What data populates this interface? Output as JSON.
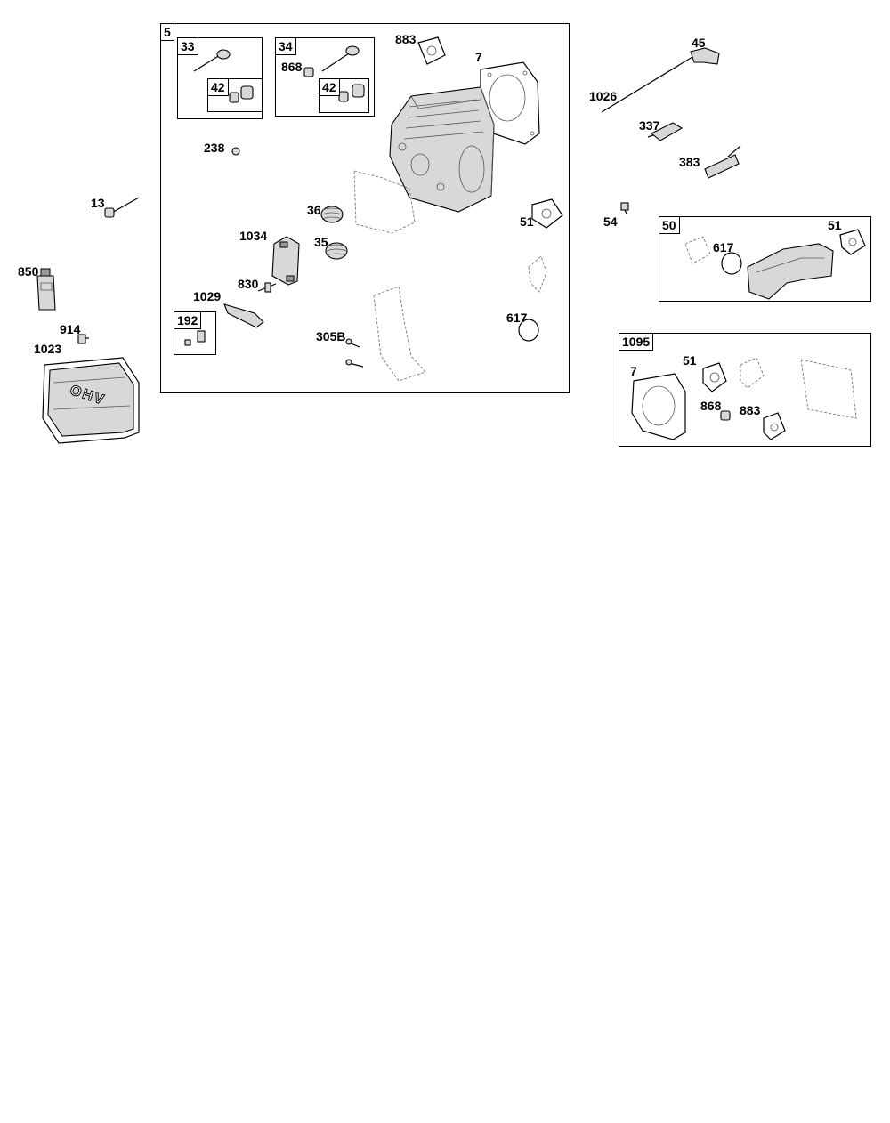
{
  "boxes": {
    "assy_5": "5",
    "valve_33": "33",
    "valve_34": "34",
    "seal_42a": "42",
    "seal_42b": "42",
    "kit_192": "192",
    "assy_50": "50",
    "kit_1095": "1095"
  },
  "labels": {
    "p883a": "883",
    "p7a": "7",
    "p868a": "868",
    "p238": "238",
    "p13": "13",
    "p36": "36",
    "p1034": "1034",
    "p35": "35",
    "p850": "850",
    "p830": "830",
    "p1029": "1029",
    "p51a": "51",
    "p617a": "617",
    "p305b": "305B",
    "p914": "914",
    "p1023": "1023",
    "p45": "45",
    "p1026": "1026",
    "p337": "337",
    "p383": "383",
    "p54": "54",
    "p617b": "617",
    "p51b": "51",
    "p7b": "7",
    "p51c": "51",
    "p868b": "868",
    "p883b": "883"
  },
  "logo_text": "OHV",
  "icons": [
    "valve-icon",
    "valve-seal-icon",
    "cylinder-head-icon",
    "gasket-icon",
    "valve-spring-icon",
    "rocker-shaft-plate-icon",
    "rocker-arm-icon",
    "stud-icon",
    "bolt-icon",
    "sealant-tube-icon",
    "valve-cover-icon",
    "push-rod-icon",
    "spark-plug-icon",
    "intake-manifold-icon",
    "o-ring-icon",
    "air-guide-icon"
  ]
}
